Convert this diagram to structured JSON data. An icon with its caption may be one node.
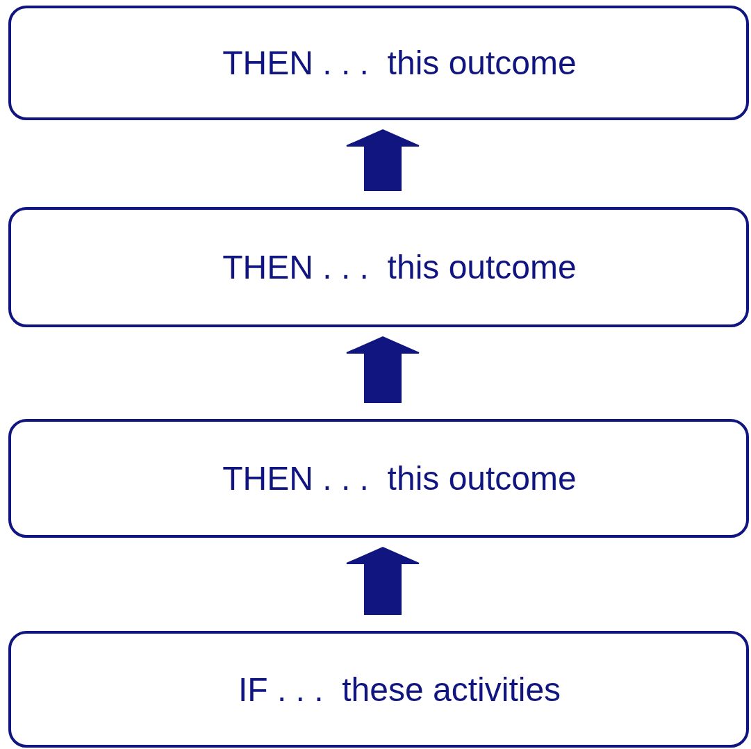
{
  "diagram": {
    "nodes": [
      {
        "text": [
          "THEN . . .  this outcome"
        ]
      },
      {
        "text": [
          "THEN . . .  this outcome"
        ]
      },
      {
        "text": [
          "THEN . . .  this outcome"
        ]
      },
      {
        "text": [
          "IF . . .  these activities"
        ]
      }
    ],
    "edges": [
      {
        "from": 3,
        "to": 2,
        "arrow": "to"
      },
      {
        "from": 2,
        "to": 1,
        "arrow": "to"
      },
      {
        "from": 1,
        "to": 0,
        "arrow": "to"
      }
    ]
  }
}
